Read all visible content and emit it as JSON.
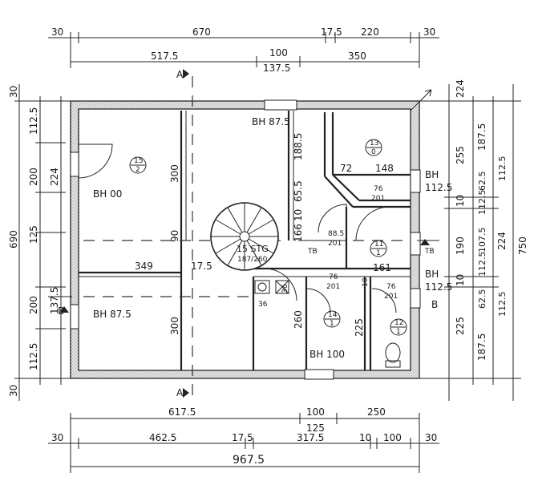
{
  "dimensions": {
    "top_row1": [
      "30",
      "670",
      "17.5",
      "220",
      "30"
    ],
    "top_row2": [
      "517.5",
      "100",
      "137.5",
      "350"
    ],
    "bottom_row1": [
      "617.5",
      "100",
      "125",
      "250"
    ],
    "bottom_row2": [
      "30",
      "462.5",
      "17.5",
      "317.5",
      "10",
      "100",
      "30"
    ],
    "bottom_total": "967.5",
    "left_outer": [
      "30",
      "690",
      "30"
    ],
    "left_inner": [
      "112.5",
      "200",
      "224",
      "125",
      "200",
      "137.5",
      "112.5"
    ],
    "right_inner": [
      "255",
      "10",
      "190",
      "10",
      "225"
    ],
    "right_mid": [
      "187.5",
      "62.5",
      "112.5",
      "107.5",
      "112.5",
      "62.5",
      "112.5",
      "187.5"
    ],
    "right_outer": [
      "224",
      "750",
      "112.5"
    ]
  },
  "rooms": {
    "room_upper_left": {
      "number": "15",
      "sub": "2",
      "sill": "BH 00"
    },
    "room_lower_left": {
      "sill": "BH 87.5"
    },
    "room_center": {
      "sill": "BH 87.5"
    },
    "room_upper_right": {
      "number": "13",
      "sub": "0"
    },
    "room_bath": {
      "number": "14",
      "sub": "1",
      "sill": "BH 100"
    },
    "room_wc": {
      "number": "12",
      "sub": "1"
    },
    "room_hall": {
      "number": "11",
      "sub": "1"
    }
  },
  "labels": {
    "stair": "15 STG",
    "stair_dim": "187/260",
    "door_76_a": "76",
    "door_201_a": "201",
    "door_88_5": "88.5",
    "door_201_b": "201",
    "door_76_b": "76",
    "door_201_c": "201",
    "door_76_c": "76",
    "door_201_d": "201",
    "window_right_1": "BH",
    "window_right_1_h": "112.5",
    "window_right_2": "BH",
    "window_right_2_h": "112.5",
    "tb_left": "TB",
    "tb_right": "TB",
    "dim_300_top": "300",
    "dim_90": "90",
    "dim_300_bot": "300",
    "dim_349": "349",
    "dim_17_5": "17.5",
    "dim_188_5": "188.5",
    "dim_65_5": "65.5",
    "dim_10": "10",
    "dim_166": "166",
    "dim_72": "72",
    "dim_148": "148",
    "dim_161": "161",
    "dim_260": "260",
    "dim_225": "225",
    "dim_10b": "10",
    "dim_36a": "36",
    "dim_36b": "36",
    "section_a": "A",
    "section_a2": "A",
    "section_b": "B",
    "section_b2": "B"
  }
}
